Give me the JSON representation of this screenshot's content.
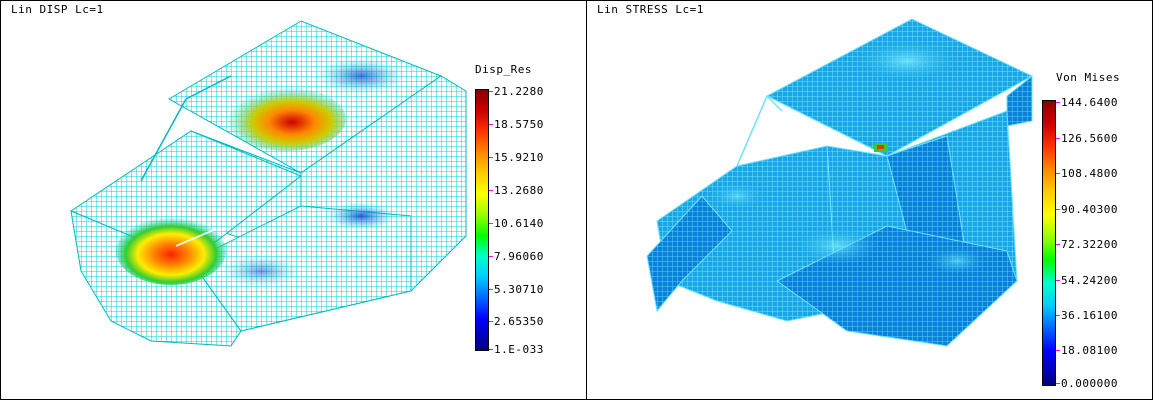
{
  "left_panel": {
    "title": "Lin DISP Lc=1",
    "legend": {
      "title": "Disp_Res",
      "labels": [
        "21.2280",
        "18.5750",
        "15.9210",
        "13.2680",
        "10.6140",
        "7.96060",
        "5.30710",
        "2.65350",
        "1.E-033"
      ],
      "tick_color": "#ff00ff"
    }
  },
  "right_panel": {
    "title": "Lin STRESS Lc=1",
    "legend": {
      "title": "Von Mises",
      "labels": [
        "144.6400",
        "126.5600",
        "108.4800",
        "90.40300",
        "72.32200",
        "54.24200",
        "36.16100",
        "18.08100",
        "0.000000"
      ],
      "tick_color": "#ff00ff"
    }
  },
  "colormap": [
    "#000080",
    "#0000ff",
    "#0066ff",
    "#00ccff",
    "#00ffcc",
    "#00ff00",
    "#99ff00",
    "#ffff00",
    "#ffcc00",
    "#ff8800",
    "#ff3300",
    "#cc0000",
    "#880000"
  ],
  "mesh": {
    "primary": "#00e5e5",
    "dark": "#0044cc",
    "hot": "#ff3300",
    "warm": "#ffcc00",
    "green": "#33cc33"
  }
}
